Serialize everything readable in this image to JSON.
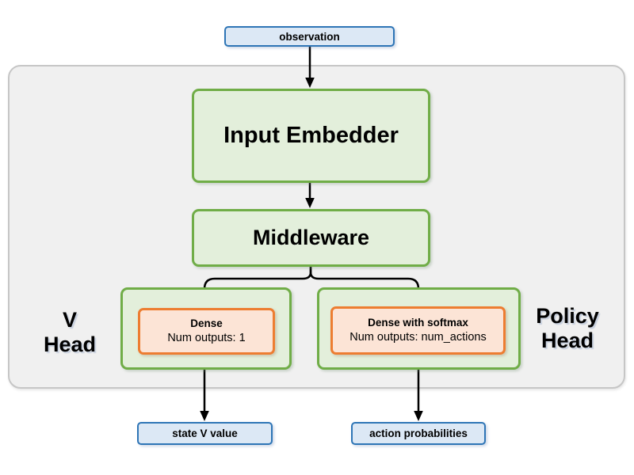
{
  "diagram": {
    "io_nodes": {
      "observation": "observation",
      "state_v_value": "state V value",
      "action_probabilities": "action probabilities"
    },
    "modules": {
      "input_embedder": "Input Embedder",
      "middleware": "Middleware"
    },
    "heads": {
      "v_head": {
        "label_line1": "V",
        "label_line2": "Head",
        "dense_title": "Dense",
        "dense_subtitle": "Num outputs: 1"
      },
      "policy_head": {
        "label_line1": "Policy",
        "label_line2": "Head",
        "dense_title": "Dense with softmax",
        "dense_subtitle": "Num outputs: num_actions"
      }
    },
    "colors": {
      "io_fill": "#dce8f5",
      "io_border": "#2e75b6",
      "module_fill": "#e3efdb",
      "module_border": "#70ad47",
      "dense_fill": "#fce4d6",
      "dense_border": "#ed7d31",
      "container_fill": "#f0f0f0",
      "container_border": "#c6c6c6",
      "arrow": "#000000",
      "text": "#000000"
    }
  }
}
